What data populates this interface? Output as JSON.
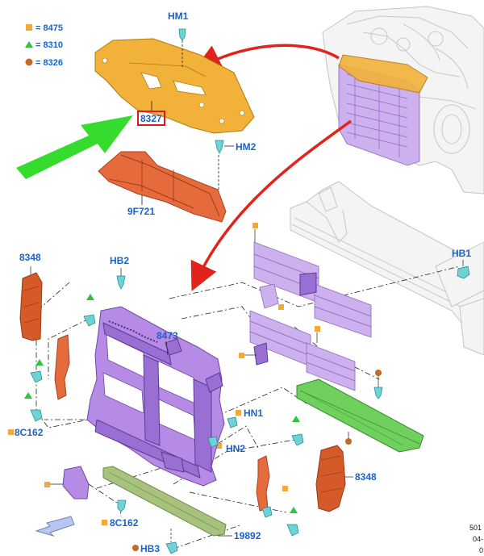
{
  "legend": [
    {
      "shape": "square",
      "color": "#f2a93b",
      "text": "= 8475"
    },
    {
      "shape": "triangle",
      "color": "#2fc43c",
      "text": "= 8310"
    },
    {
      "shape": "circle",
      "color": "#c26a2a",
      "text": "= 8326"
    }
  ],
  "labels": {
    "hm1": "HM1",
    "hm2": "HM2",
    "p8327": "8327",
    "p9f721": "9F721",
    "p8348_left": "8348",
    "hb2": "HB2",
    "p8473": "8473",
    "hb1": "HB1",
    "p8c162_left": "8C162",
    "hn1": "HN1",
    "hn2": "HN2",
    "p8348_right": "8348",
    "p8c162_bottom": "8C162",
    "hb3": "HB3",
    "p19892": "19892"
  },
  "ref": {
    "line1": "501",
    "line2": "04-",
    "line3": "0"
  },
  "colors": {
    "label": "#1a63c9",
    "highlight_box": "#e01818",
    "curved_arrow": "#e0241b",
    "big_arrow": "#35dc2e"
  }
}
